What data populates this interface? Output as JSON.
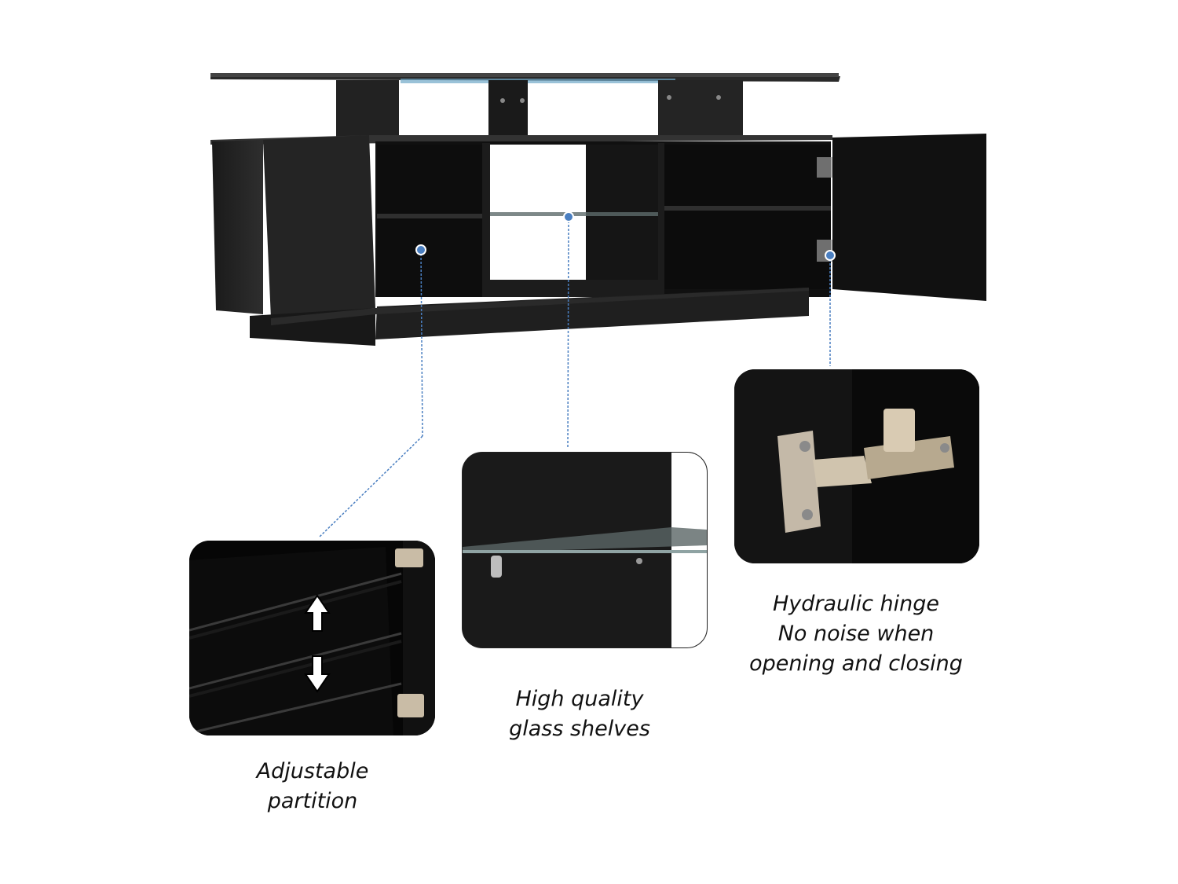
{
  "features": [
    {
      "id": "adjustable-partition",
      "lines": [
        "Adjustable",
        "partition"
      ]
    },
    {
      "id": "glass-shelves",
      "lines": [
        "High quality",
        "glass shelves"
      ]
    },
    {
      "id": "hydraulic-hinge",
      "lines": [
        "Hydraulic hinge",
        "No noise when",
        "opening and closing"
      ]
    }
  ],
  "colors": {
    "furniture": "#1c1c1c",
    "callout_marker": "#4a7fc1",
    "background": "#ffffff"
  },
  "icons": [
    "arrow-up-icon",
    "arrow-down-icon"
  ]
}
